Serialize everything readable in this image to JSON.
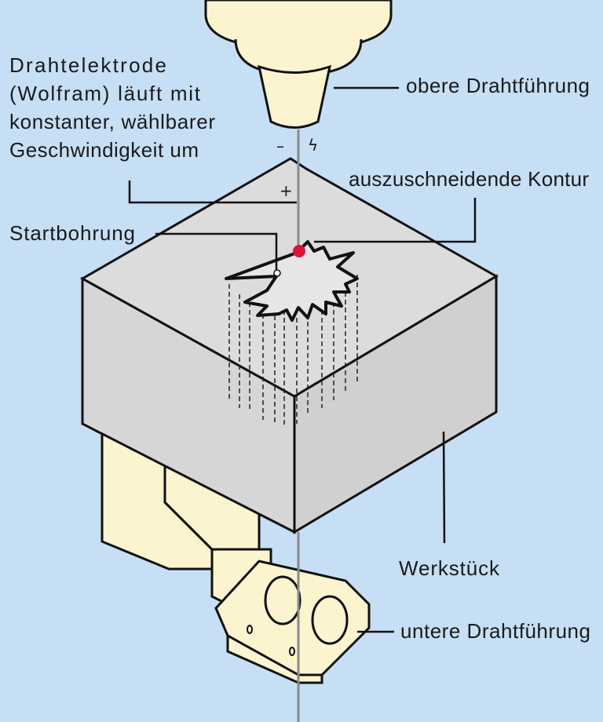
{
  "labels": {
    "wire_line1": "Drahtelektrode",
    "wire_line2": "(Wolfram) läuft mit",
    "wire_line3": "konstanter, wählbarer",
    "wire_line4": "Geschwindigkeit um",
    "upper_guide": "obere Drahtführung",
    "contour": "auszuschneidende Kontur",
    "start_hole": "Startbohrung",
    "workpiece": "Werkstück",
    "lower_guide": "untere Drahtführung"
  },
  "symbols": {
    "minus": "–",
    "plus": "+",
    "spark": "ϟ"
  },
  "colors": {
    "background": "#c6dff4",
    "block": "#d8d8d8",
    "machine": "#fbf4cf",
    "start_point": "#e0103a"
  }
}
